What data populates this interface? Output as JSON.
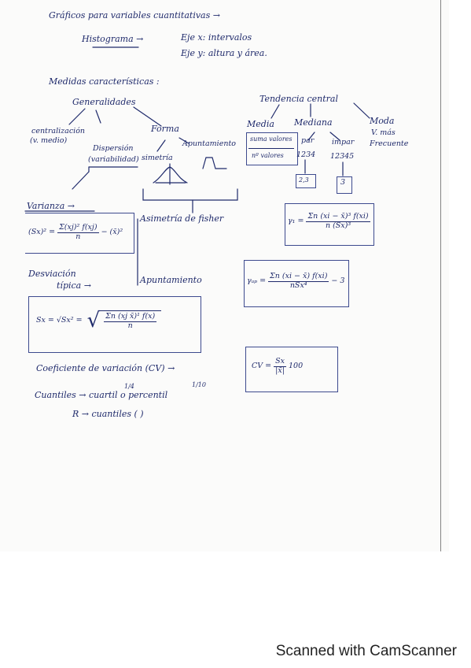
{
  "header": {
    "graficos_title": "Gráficos para variables cuantitativas →",
    "histograma": "Histograma →",
    "eje_x": "Eje x: intervalos",
    "eje_y": "Eje y: altura y área."
  },
  "medidas": {
    "title": "Medidas características :",
    "generalidades": "Generalidades",
    "tendencia_central": "Tendencia central",
    "centralizacion": "centralización",
    "v_medio": "(v. medio)",
    "forma": "Forma",
    "dispersion": "Dispersión",
    "variabilidad": "(variabilidad)",
    "simetria": "simetría",
    "apuntamiento": "Apuntamiento",
    "media": "Media",
    "mediana": "Mediana",
    "moda": "Moda",
    "moda_note_1": "V. más",
    "moda_note_2": "Frecuente",
    "media_box_1": "suma valores",
    "media_box_2": "nº valores",
    "mediana_par": "par",
    "mediana_impar": "impar",
    "seq_par": "1234",
    "seq_impar": "12345",
    "box_par": "2,3",
    "box_impar": "3"
  },
  "varianza": {
    "title": "Varianza →",
    "lhs": "(Sx)² =",
    "num": "Σ(xj)² f(xj)",
    "den": "n",
    "tail": "− (x̄)²"
  },
  "asimetria": {
    "title": "Asimetría de fisher",
    "lhs": "γ₁ =",
    "num": "Σn (xi − x̄)³ f(xi)",
    "den": "n (Sx)³"
  },
  "desviacion": {
    "title_1": "Desviación",
    "title_2": "típica →",
    "lhs": "Sx = √Sx² =",
    "num": "Σn (xj x̄)¹ f(x)",
    "den": "n"
  },
  "apuntamiento_block": {
    "title": "Apuntamiento",
    "lhs": "γₐₚ =",
    "num": "Σn (xi − x̄) f(xi)",
    "den": "nSx⁴",
    "tail": "− 3"
  },
  "coeficiente": {
    "title": "Coeficiente de variación (CV) →",
    "lhs": "CV =",
    "num": "Sx",
    "den": "|x̄|",
    "tail": "100"
  },
  "cuantiles": {
    "line": "Cuantiles → cuartil o percentil",
    "quarter": "1/4",
    "tenth": "1/10",
    "r_line": "R → cuantiles ( )"
  },
  "footer": {
    "text": "Scanned with CamScanner"
  }
}
